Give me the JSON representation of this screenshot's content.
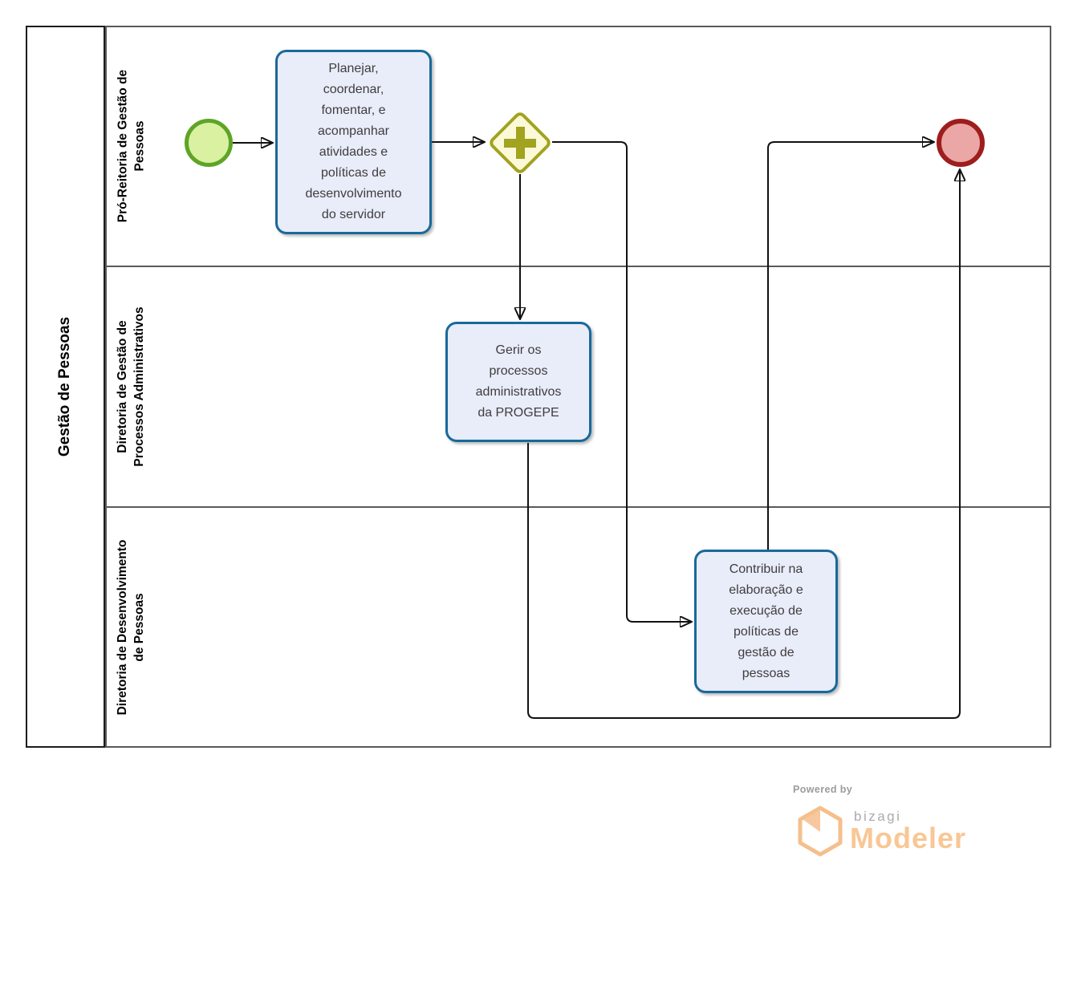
{
  "diagram": {
    "pool_title": "Gestão de Pessoas",
    "lanes": [
      {
        "label": "Pró-Reitoria de Gestão de Pessoas"
      },
      {
        "label": "Diretoria de Gestão de Processos Administrativos"
      },
      {
        "label": "Diretoria de Desenvolvimento de Pessoas"
      }
    ],
    "events": [
      {
        "id": "start",
        "type": "start-event"
      },
      {
        "id": "end",
        "type": "end-event"
      }
    ],
    "gateways": [
      {
        "id": "parallel-gateway",
        "type": "parallel",
        "symbol": "+"
      }
    ],
    "tasks": [
      {
        "id": "planejar",
        "label": "Planejar, coordenar, fomentar, e acompanhar atividades e políticas de desenvolvimento do servidor"
      },
      {
        "id": "gerir",
        "label": "Gerir os processos administrativos da PROGEPE"
      },
      {
        "id": "contribuir",
        "label": "Contribuir na elaboração e execução de políticas de gestão de pessoas"
      }
    ],
    "flows": [
      {
        "from": "start",
        "to": "planejar"
      },
      {
        "from": "planejar",
        "to": "parallel-gateway"
      },
      {
        "from": "parallel-gateway",
        "to": "gerir"
      },
      {
        "from": "parallel-gateway",
        "to": "contribuir"
      },
      {
        "from": "contribuir",
        "to": "end"
      },
      {
        "from": "gerir",
        "to": "end"
      }
    ]
  },
  "footer": {
    "powered_by": "Powered by",
    "brand": "bizagi",
    "product": "Modeler"
  },
  "colors": {
    "task_border": "#19699a",
    "task_fill": "#e9ecf9",
    "start_border": "#5ea527",
    "start_fill": "#d9f1a1",
    "end_border": "#9e1d1d",
    "end_fill": "#eba6a6",
    "gateway_border": "#a2a31f",
    "gateway_fill": "#fbf9d8",
    "flow_line": "#111111",
    "lane_border": "#5a5a5a",
    "pool_border": "#1c1c1c",
    "brand_orange": "#f8c795",
    "brand_gray": "#ababab"
  }
}
